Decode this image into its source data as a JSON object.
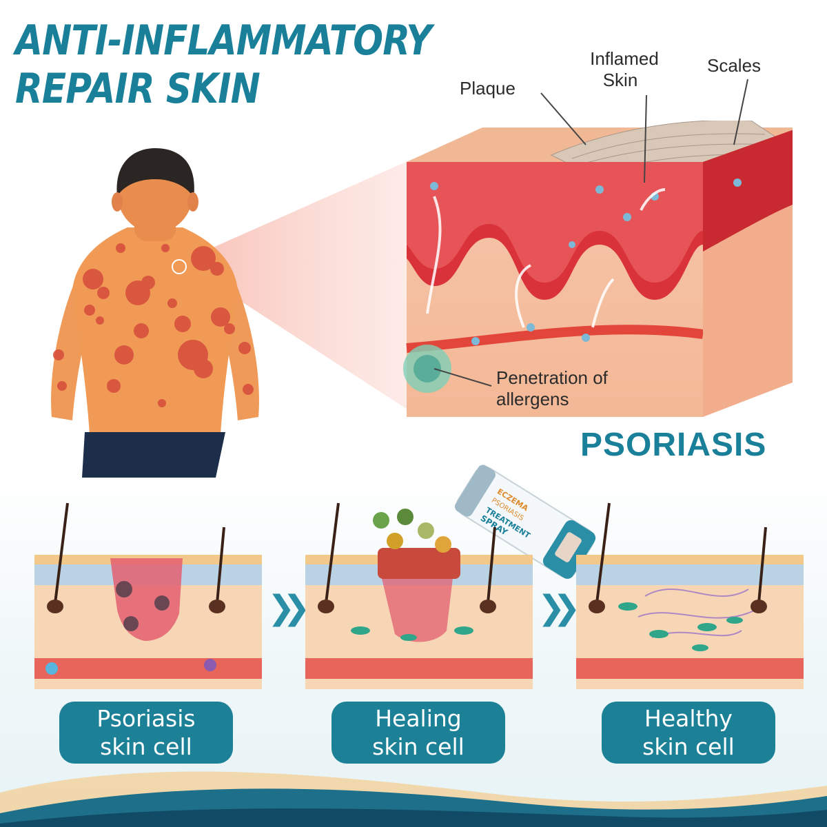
{
  "headline": {
    "line1": "ANTI-INFLAMMATORY",
    "line2": "REPAIR SKIN"
  },
  "callouts": {
    "plaque": "Plaque",
    "inflamed_skin_line1": "Inflamed",
    "inflamed_skin_line2": "Skin",
    "scales": "Scales",
    "allergens_line1": "Penetration of",
    "allergens_line2": "allergens"
  },
  "condition_title": "PSORIASIS",
  "stages": [
    {
      "line1": "Psoriasis",
      "line2": "skin cell"
    },
    {
      "line1": "Healing",
      "line2": "skin cell"
    },
    {
      "line1": "Healthy",
      "line2": "skin cell"
    }
  ],
  "stage_arrow_glyph": "❯❯",
  "spray_bottle": {
    "brand_label": "ECZEMA",
    "type_label": "PSORIASIS",
    "line1": "TREATMENT",
    "line2": "SPRAY"
  },
  "colors": {
    "accent_teal": "#1a809a",
    "label_bg": "#1c8097",
    "skin_tone": "#f09a55",
    "inflamed_red": "#d9323a"
  },
  "icons": {
    "stage_arrow": "double-chevron-right-icon",
    "figure": "person-back-illustration",
    "cross_section": "skin-cross-section-illustration",
    "spray": "spray-bottle-illustration"
  }
}
